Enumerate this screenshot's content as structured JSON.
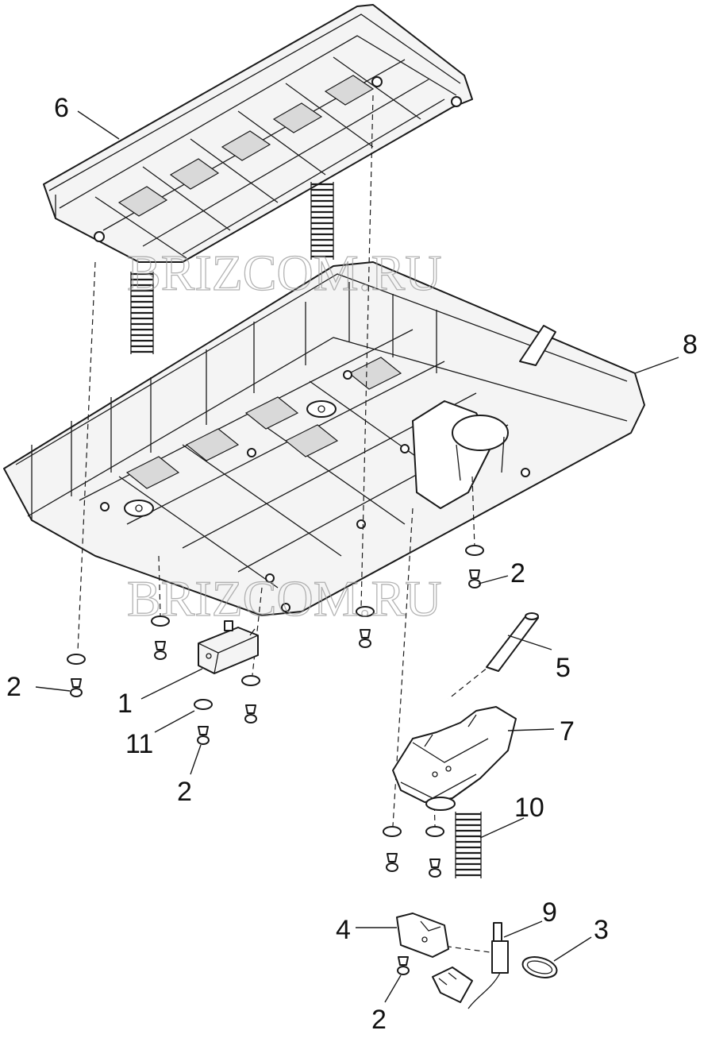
{
  "watermark": "BRIZCOM.RU",
  "callouts": {
    "c1": "1",
    "c2_left": "2",
    "c2_bottom_left": "2",
    "c2_right": "2",
    "c2_bottom": "2",
    "c3": "3",
    "c4": "4",
    "c5": "5",
    "c6": "6",
    "c7": "7",
    "c8": "8",
    "c9": "9",
    "c10": "10",
    "c11": "11"
  }
}
